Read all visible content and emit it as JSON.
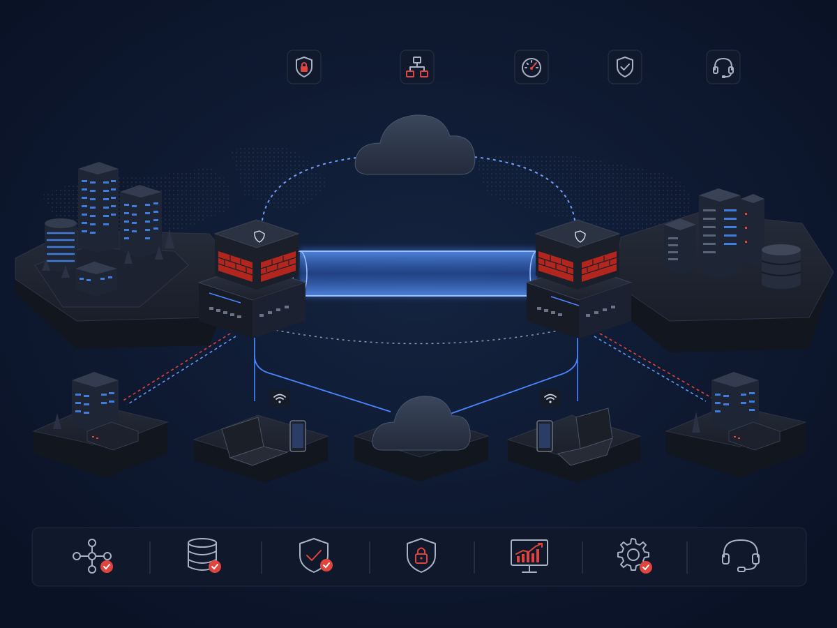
{
  "colors": {
    "background": "#0b1428",
    "accent_blue": "#4a86ff",
    "accent_red": "#e0443c",
    "platform": "#1a1f2b",
    "icon_grey": "#a9b3c4"
  },
  "top_icons": [
    {
      "name": "shield-lock-icon"
    },
    {
      "name": "network-hierarchy-icon"
    },
    {
      "name": "speedometer-icon"
    },
    {
      "name": "shield-check-icon"
    },
    {
      "name": "headset-icon"
    }
  ],
  "bottom_features": [
    {
      "name": "network-nodes-check-icon"
    },
    {
      "name": "database-check-icon"
    },
    {
      "name": "shield-check-badge-icon"
    },
    {
      "name": "shield-lock-icon"
    },
    {
      "name": "monitor-growth-chart-icon"
    },
    {
      "name": "gear-check-icon"
    },
    {
      "name": "headset-icon"
    }
  ],
  "nodes": {
    "left_campus": "office-buildings",
    "right_datacenter": "server-racks-and-database",
    "left_firewall": "firewall-appliance",
    "right_firewall": "firewall-appliance",
    "top_cloud": "cloud",
    "bottom_cloud": "cloud",
    "left_branch": "branch-office",
    "right_branch": "branch-office",
    "left_remote": "laptop-and-phone-wifi",
    "right_remote": "laptop-and-phone-wifi"
  }
}
